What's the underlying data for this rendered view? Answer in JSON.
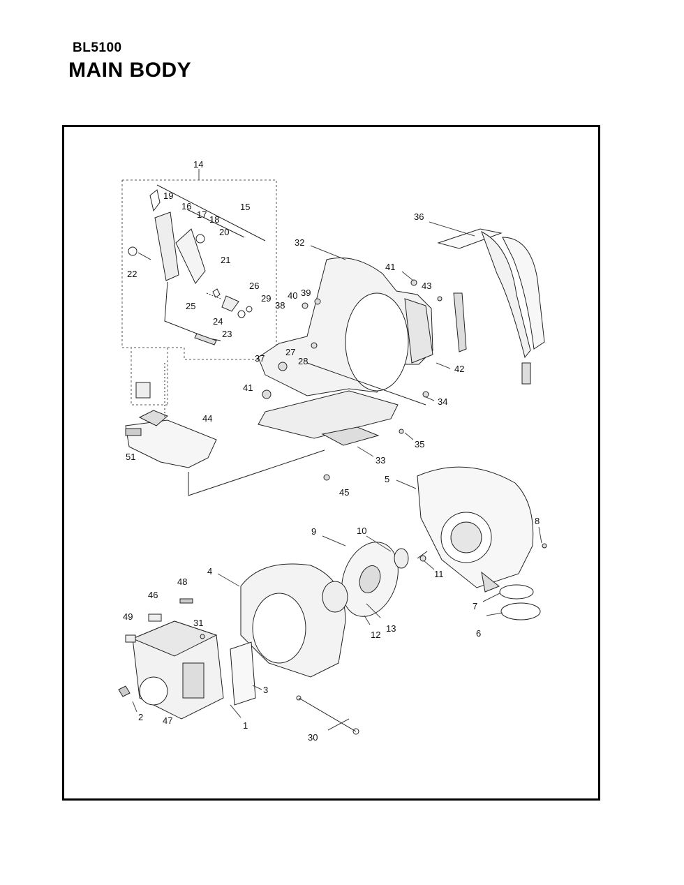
{
  "header": {
    "model": "BL5100",
    "title": "MAIN BODY"
  },
  "diagram": {
    "callouts": [
      {
        "id": "c14",
        "label": "14"
      },
      {
        "id": "c19",
        "label": "19"
      },
      {
        "id": "c16",
        "label": "16"
      },
      {
        "id": "c17",
        "label": "17"
      },
      {
        "id": "c15",
        "label": "15"
      },
      {
        "id": "c18",
        "label": "18"
      },
      {
        "id": "c20",
        "label": "20"
      },
      {
        "id": "c21",
        "label": "21"
      },
      {
        "id": "c22",
        "label": "22"
      },
      {
        "id": "c25",
        "label": "25"
      },
      {
        "id": "c26",
        "label": "26"
      },
      {
        "id": "c29",
        "label": "29"
      },
      {
        "id": "c38",
        "label": "38"
      },
      {
        "id": "c24",
        "label": "24"
      },
      {
        "id": "c23",
        "label": "23"
      },
      {
        "id": "c40",
        "label": "40"
      },
      {
        "id": "c39",
        "label": "39"
      },
      {
        "id": "c32",
        "label": "32"
      },
      {
        "id": "c41a",
        "label": "41"
      },
      {
        "id": "c43",
        "label": "43"
      },
      {
        "id": "c36",
        "label": "36"
      },
      {
        "id": "c27",
        "label": "27"
      },
      {
        "id": "c28",
        "label": "28"
      },
      {
        "id": "c37",
        "label": "37"
      },
      {
        "id": "c42",
        "label": "42"
      },
      {
        "id": "c41b",
        "label": "41"
      },
      {
        "id": "c34",
        "label": "34"
      },
      {
        "id": "c44",
        "label": "44"
      },
      {
        "id": "c51",
        "label": "51"
      },
      {
        "id": "c35",
        "label": "35"
      },
      {
        "id": "c33",
        "label": "33"
      },
      {
        "id": "c5",
        "label": "5"
      },
      {
        "id": "c45",
        "label": "45"
      },
      {
        "id": "c8",
        "label": "8"
      },
      {
        "id": "c9",
        "label": "9"
      },
      {
        "id": "c10",
        "label": "10"
      },
      {
        "id": "c11",
        "label": "11"
      },
      {
        "id": "c4",
        "label": "4"
      },
      {
        "id": "c48",
        "label": "48"
      },
      {
        "id": "c46",
        "label": "46"
      },
      {
        "id": "c49",
        "label": "49"
      },
      {
        "id": "c31",
        "label": "31"
      },
      {
        "id": "c13",
        "label": "13"
      },
      {
        "id": "c12",
        "label": "12"
      },
      {
        "id": "c7",
        "label": "7"
      },
      {
        "id": "c6",
        "label": "6"
      },
      {
        "id": "c3",
        "label": "3"
      },
      {
        "id": "c2",
        "label": "2"
      },
      {
        "id": "c47",
        "label": "47"
      },
      {
        "id": "c1",
        "label": "1"
      },
      {
        "id": "c30",
        "label": "30"
      }
    ]
  }
}
